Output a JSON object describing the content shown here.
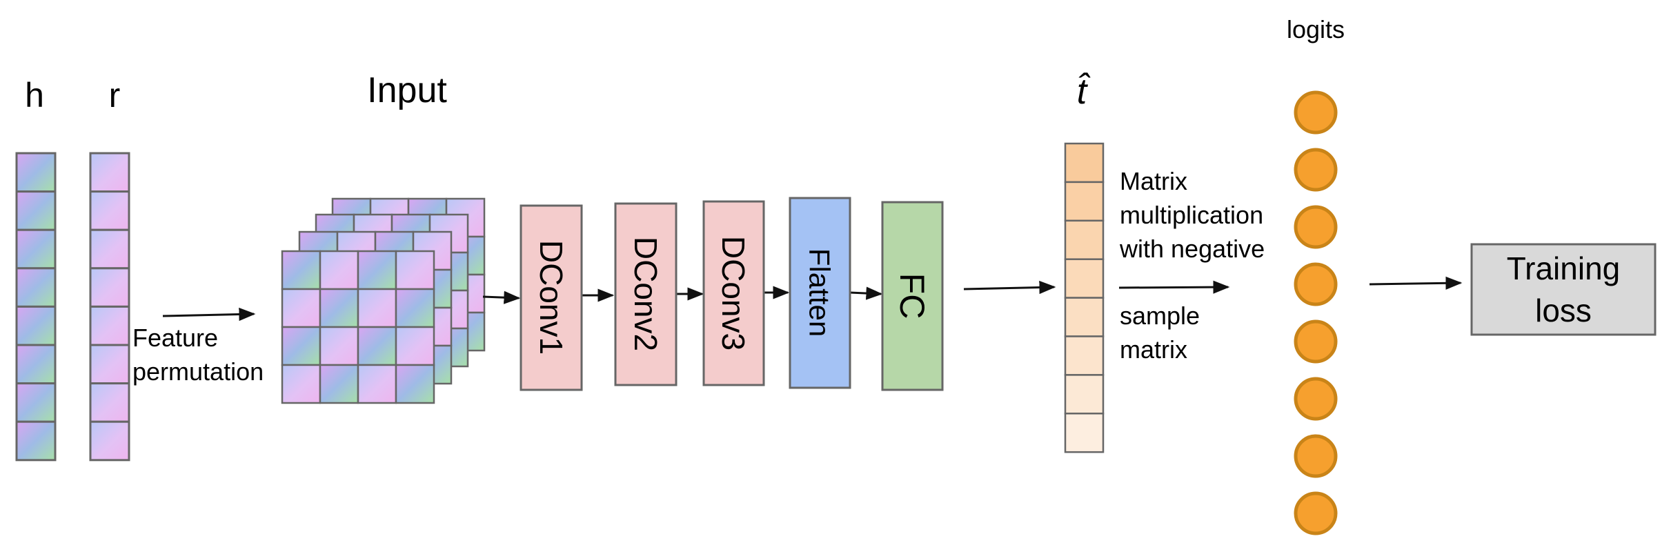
{
  "labels": {
    "h": "h",
    "r": "r",
    "input": "Input",
    "t_hat": "t̂",
    "logits": "logits",
    "feature_perm": [
      "Feature",
      "permutation"
    ],
    "matrix_mult": [
      "Matrix",
      "multiplication",
      "with negative"
    ],
    "sample_matrix": [
      "sample",
      "matrix"
    ]
  },
  "layers": [
    {
      "id": "dconv1",
      "label": "DConv1",
      "fill": "#f4cccc"
    },
    {
      "id": "dconv2",
      "label": "DConv2",
      "fill": "#f4cccc"
    },
    {
      "id": "dconv3",
      "label": "DConv3",
      "fill": "#f4cccc"
    },
    {
      "id": "flatten",
      "label": "Flatten",
      "fill": "#a4c2f4"
    },
    {
      "id": "fc",
      "label": "FC",
      "fill": "#b6d7a8"
    }
  ],
  "training_loss": [
    "Training",
    "loss"
  ],
  "colors": {
    "stroke": "#666666",
    "t_hat_top": "#f9cb9c",
    "t_hat_bottom": "#fdeee0",
    "logit_fill": "#f6a02e",
    "logit_stroke": "#c98418",
    "loss_fill": "#d9d9d9"
  }
}
